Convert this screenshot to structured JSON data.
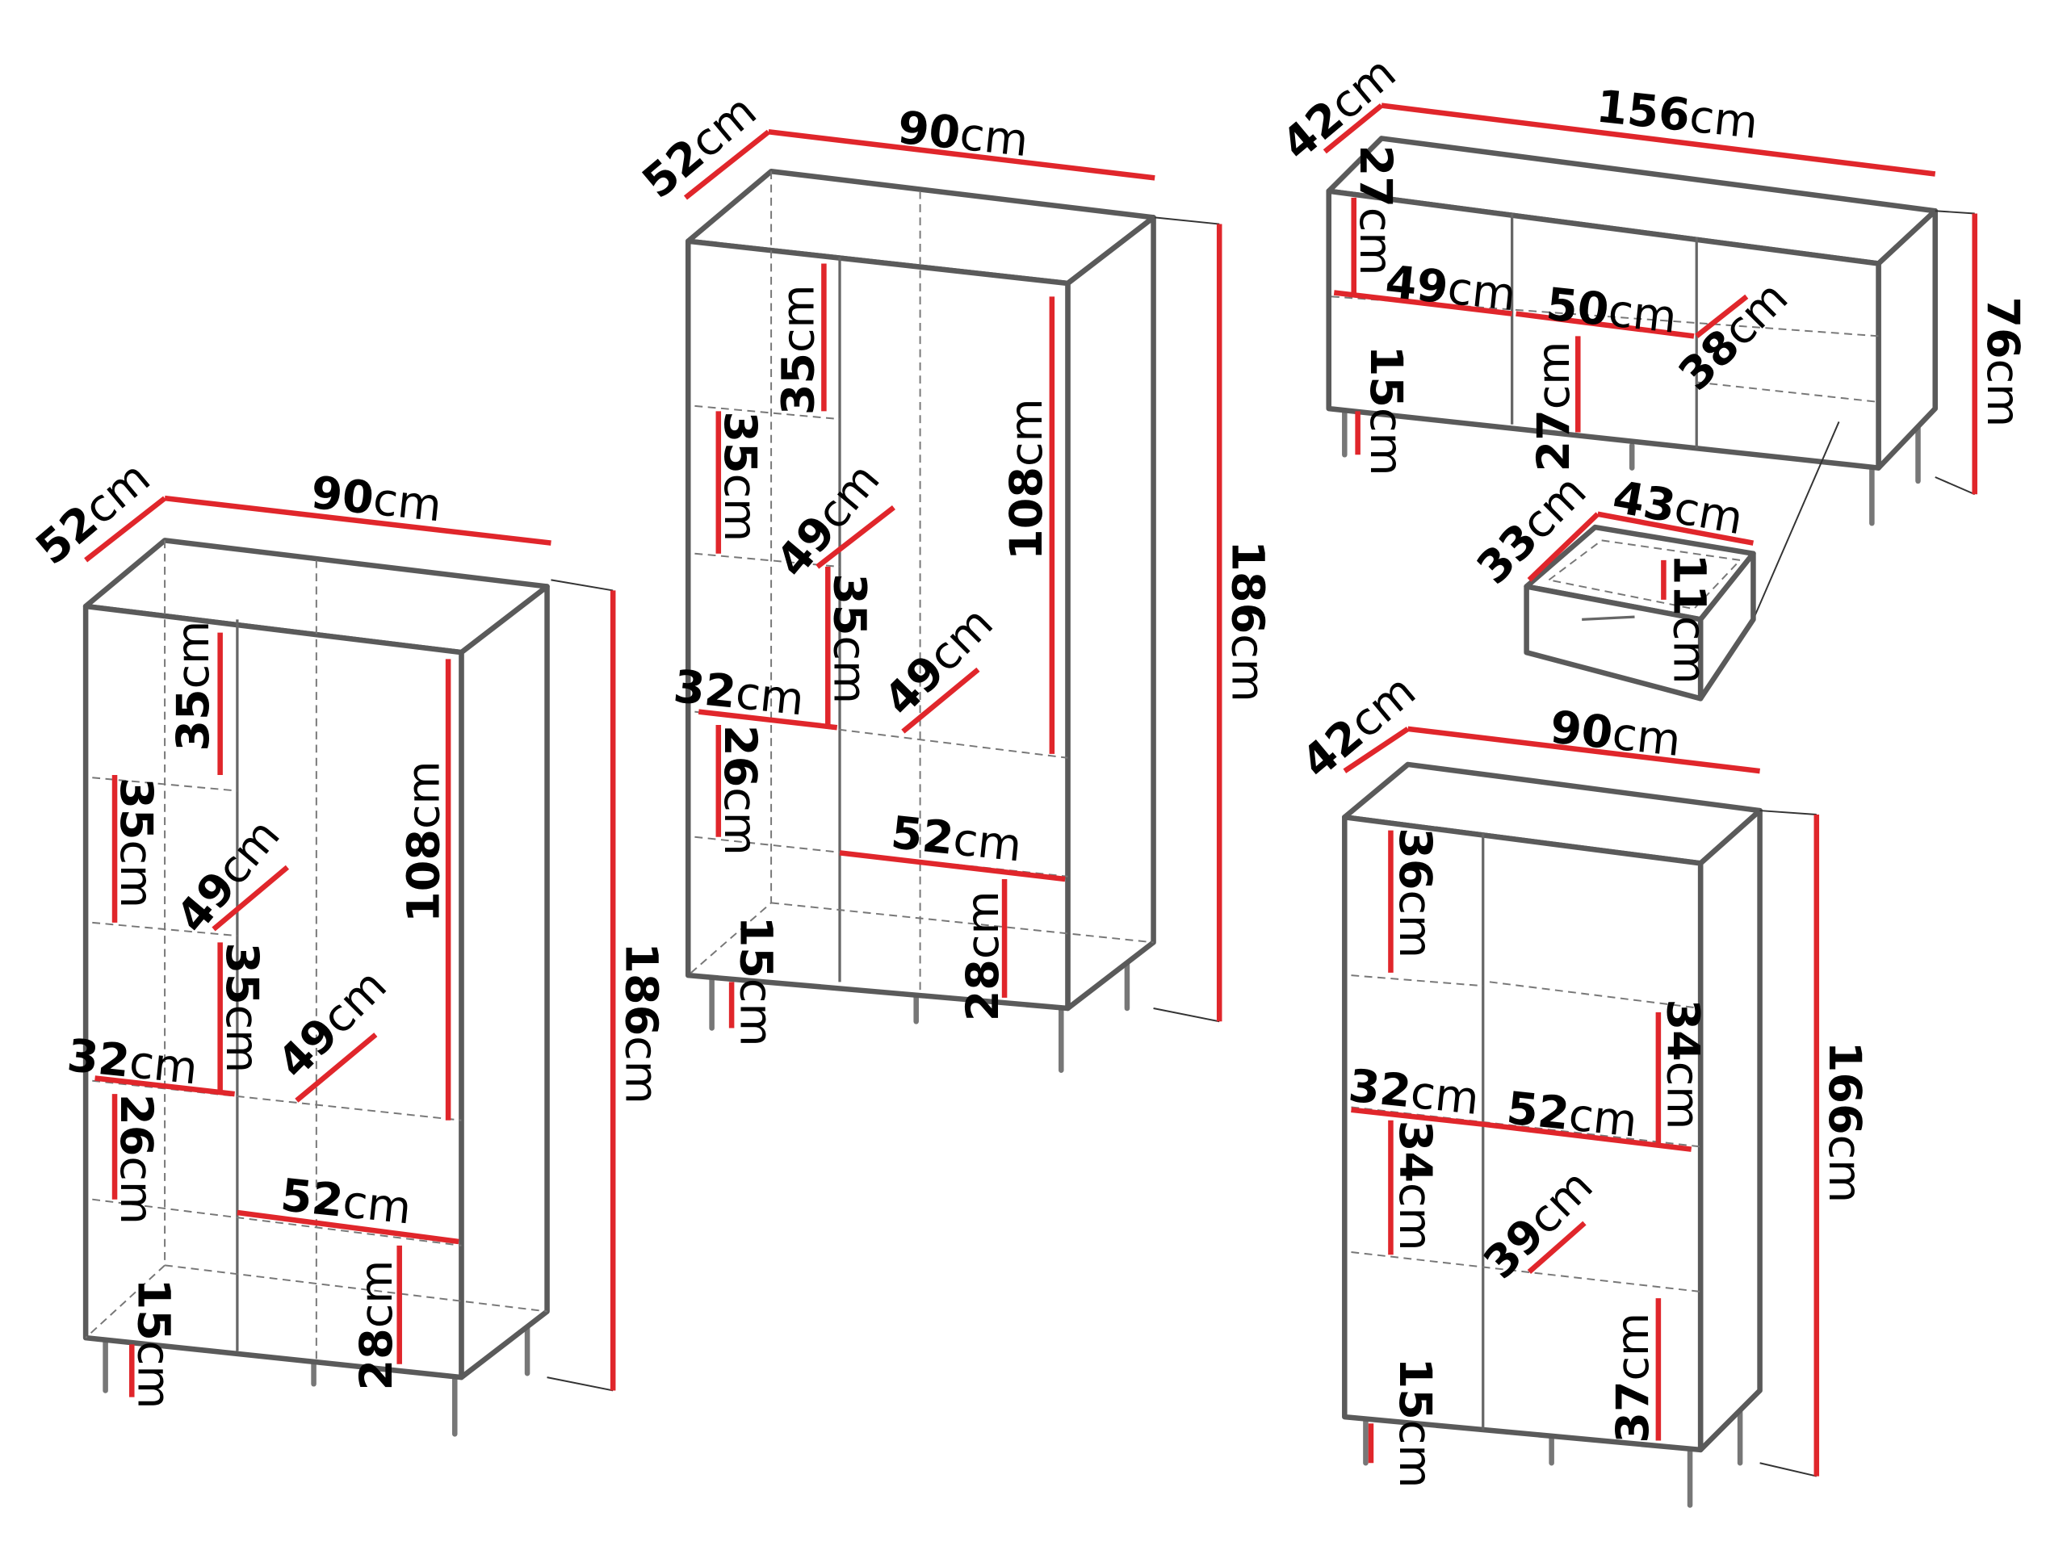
{
  "colors": {
    "dimension_line": "#e0262b",
    "outline": "#5a5a5a"
  },
  "unit": "cm",
  "wardrobe_left": {
    "labels": [
      "52",
      "90",
      "186",
      "35",
      "35",
      "49",
      "35",
      "108",
      "32",
      "49",
      "26",
      "52",
      "28",
      "15"
    ]
  },
  "wardrobe_middle": {
    "labels": [
      "52",
      "90",
      "186",
      "35",
      "35",
      "49",
      "35",
      "108",
      "32",
      "49",
      "26",
      "52",
      "28",
      "15"
    ]
  },
  "sideboard": {
    "labels": [
      "42",
      "156",
      "76",
      "27",
      "49",
      "50",
      "38",
      "15",
      "27"
    ]
  },
  "drawer": {
    "labels": [
      "33",
      "43",
      "11"
    ]
  },
  "vitrine": {
    "labels": [
      "42",
      "90",
      "166",
      "36",
      "34",
      "32",
      "52",
      "34",
      "39",
      "15",
      "37"
    ]
  }
}
